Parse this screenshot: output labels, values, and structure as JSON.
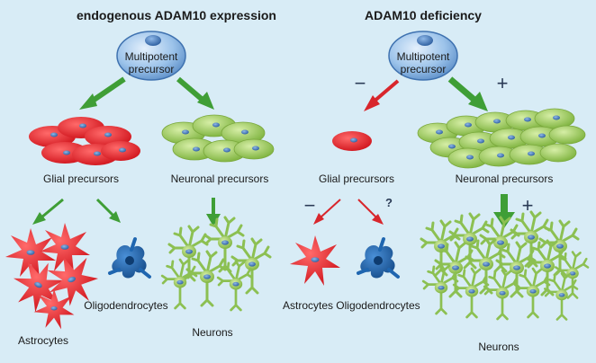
{
  "left_panel": {
    "title": "endogenous ADAM10 expression",
    "precursor_label_line1": "Multipotent",
    "precursor_label_line2": "precursor",
    "glial_label": "Glial precursors",
    "neuronal_label": "Neuronal precursors",
    "astrocytes_label": "Astrocytes",
    "oligodendrocytes_label": "Oligodendrocytes",
    "neurons_label": "Neurons"
  },
  "right_panel": {
    "title": "ADAM10 deficiency",
    "precursor_label_line1": "Multipotent",
    "precursor_label_line2": "precursor",
    "glial_label": "Glial precursors",
    "neuronal_label": "Neuronal precursors",
    "astrocytes_label": "Astrocytes",
    "oligodendrocytes_label": "Oligodendrocytes",
    "neurons_label": "Neurons",
    "sign_glial_decrease": "−",
    "sign_neuronal_increase": "+",
    "sign_astro_decrease": "−",
    "sign_oligo_unknown": "?",
    "sign_neurons_increase": "+"
  },
  "colors": {
    "background": "#d8ecf6",
    "precursor_blue": "#7fb0e0",
    "glial_red": "#e8202a",
    "neuronal_green": "#9ccc58",
    "oligo_blue": "#1f66b0",
    "arrow_green": "#3f9e36",
    "arrow_red": "#d8262c",
    "nucleus_blue": "#2f6db3"
  }
}
